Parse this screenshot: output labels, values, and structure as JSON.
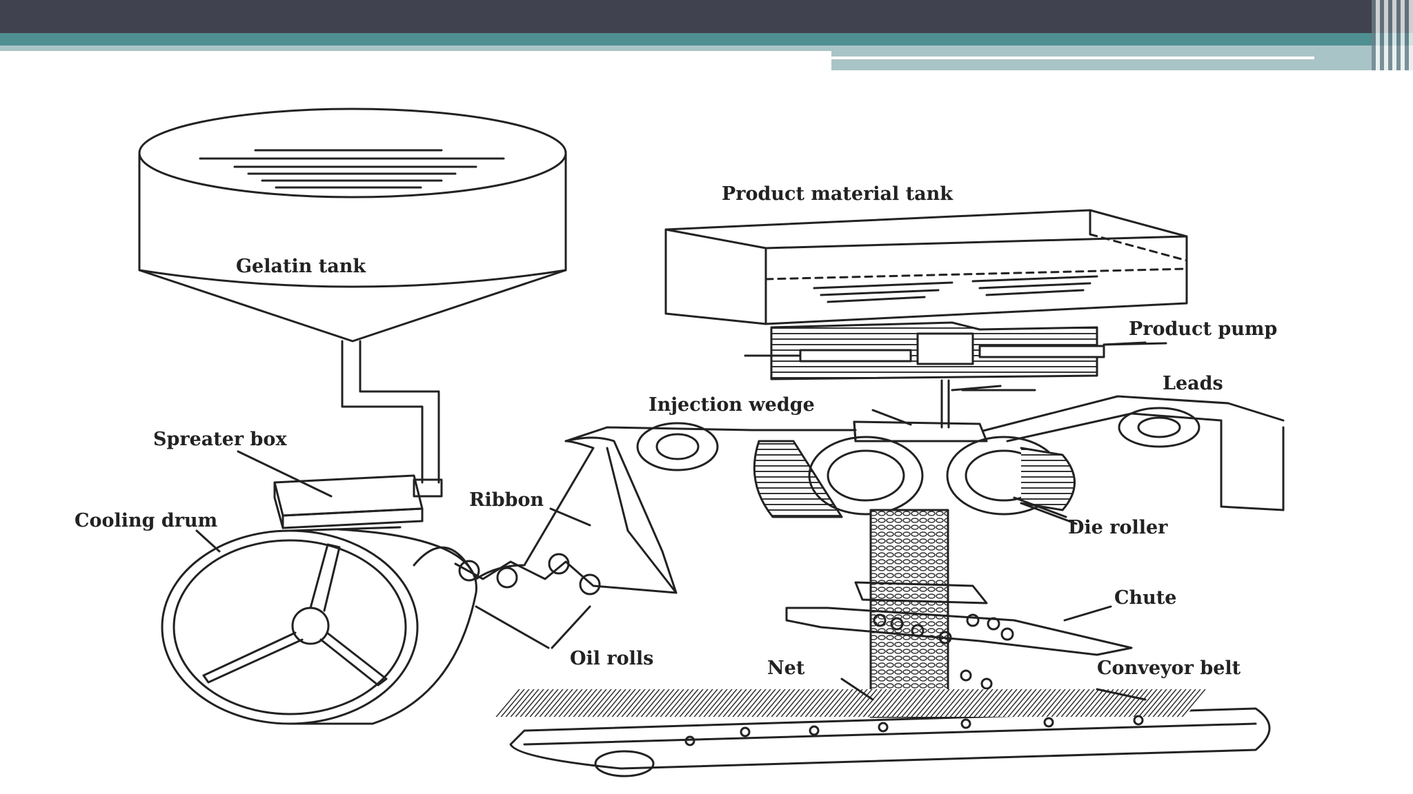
{
  "labels": {
    "gelatin_tank": "Gelatin tank",
    "product_material_tank": "Product material tank",
    "product_pump": "Product pump",
    "leads": "Leads",
    "injection_wedge": "Injection wedge",
    "spreater_box": "Spreater box",
    "ribbon": "Ribbon",
    "cooling_drum": "Cooling drum",
    "die_roller": "Die roller",
    "chute": "Chute",
    "oil_rolls": "Oil rolls",
    "net": "Net",
    "conveyor_belt": "Conveyor belt"
  },
  "colors": {
    "header_dark": "#40424f",
    "header_teal": "#4f8f92",
    "header_light": "#a9c4c6",
    "line": "#222222"
  }
}
